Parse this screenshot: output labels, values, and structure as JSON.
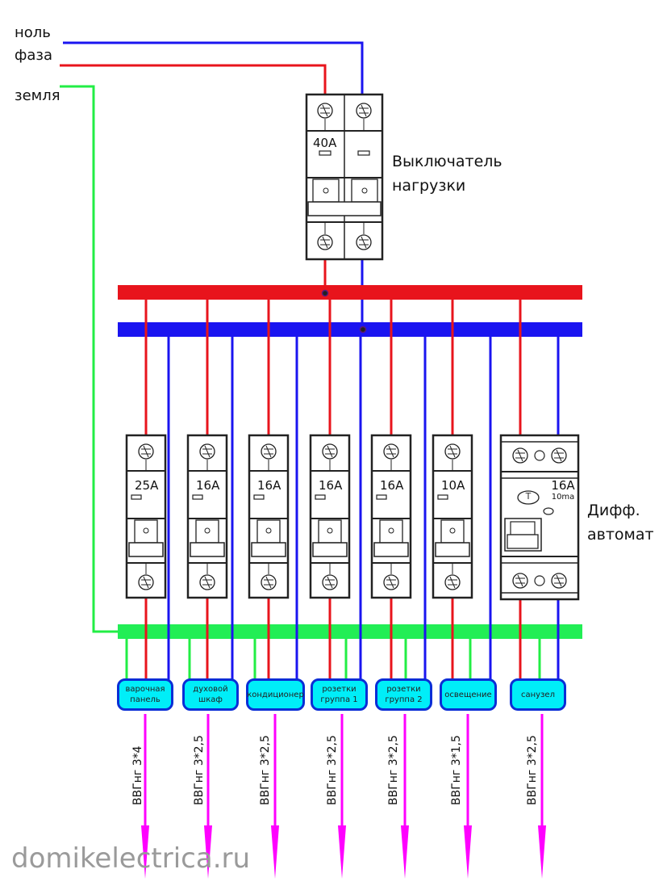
{
  "colors": {
    "phase": "#e8141c",
    "neutral": "#1a14f0",
    "ground": "#22ee44",
    "ground_bus": "#22ee55",
    "cable": "#ff00ff",
    "load_fill": "#00eef8",
    "load_border": "#0a2ed6",
    "watermark": "#9a9a9a"
  },
  "incoming": {
    "neutral_label": "ноль",
    "phase_label": "фаза",
    "ground_label": "земля"
  },
  "main_switch": {
    "rating": "40A",
    "label_line1": "Выключатель",
    "label_line2": "нагрузки"
  },
  "rcd": {
    "rating": "16A",
    "leakage": "10ma",
    "test_button": "T",
    "label_line1": "Дифф.",
    "label_line2": "автомат"
  },
  "circuits": [
    {
      "breaker": "25A",
      "load": "варочная\nпанель",
      "cable": "ВВГнг 3*4"
    },
    {
      "breaker": "16A",
      "load": "духовой\nшкаф",
      "cable": "ВВГнг 3*2,5"
    },
    {
      "breaker": "16A",
      "load": "кондиционер",
      "cable": "ВВГнг 3*2,5"
    },
    {
      "breaker": "16A",
      "load": "розетки\nгруппа 1",
      "cable": "ВВГнг 3*2,5"
    },
    {
      "breaker": "16A",
      "load": "розетки\nгруппа 2",
      "cable": "ВВГнг 3*2,5"
    },
    {
      "breaker": "10A",
      "load": "освещение",
      "cable": "ВВГнг 3*1,5"
    },
    {
      "breaker": "16A",
      "load": "санузел",
      "cable": "ВВГнг 3*2,5",
      "via_rcd": true
    }
  ],
  "watermark": "domikelectrica.ru"
}
